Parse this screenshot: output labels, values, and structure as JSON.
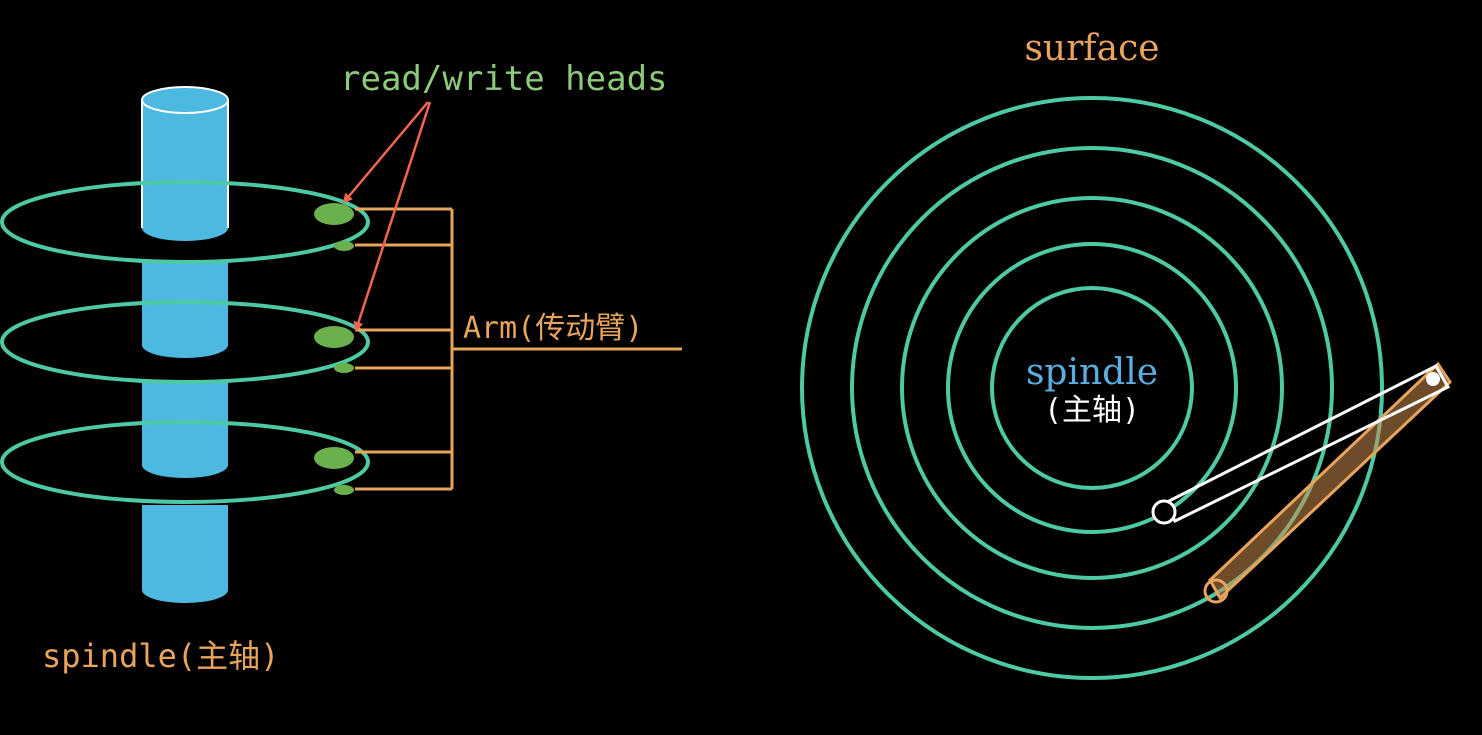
{
  "labels": {
    "heads": "read/write heads",
    "arm": "Arm(传动臂)",
    "spindle_left": "spindle(主轴)",
    "surface": "surface",
    "spindle_right": "spindle",
    "spindle_right_cn": "(主轴)"
  },
  "colors": {
    "background": "#000000",
    "platter": "#4ec9a6",
    "spindle_fill": "#4db8e0",
    "head_fill": "#6ab04c",
    "arm": "#e8a35c",
    "arrow": "#f0654f",
    "heads_label": "#8cc97a",
    "spindle_label_right": "#5aaee0",
    "white": "#ffffff"
  }
}
